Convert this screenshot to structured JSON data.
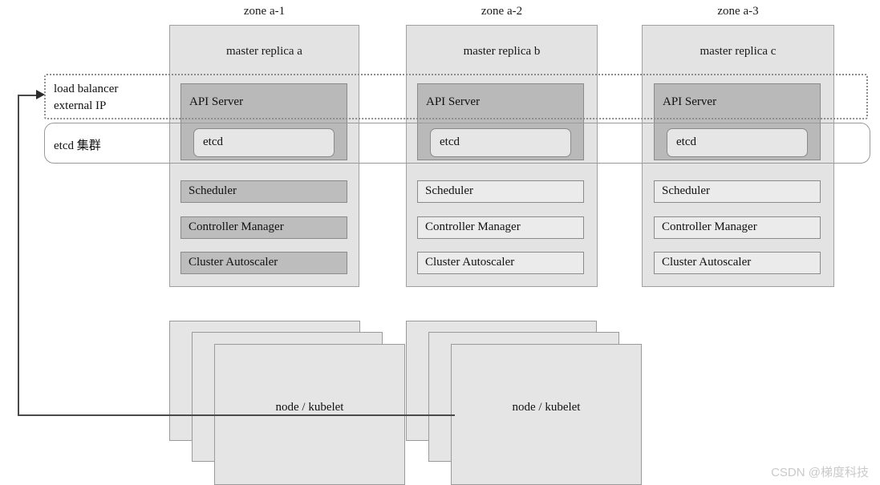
{
  "diagram": {
    "title": "Kubernetes multi-zone HA master topology",
    "colors": {
      "zone_card_fill": "#e3e3e3",
      "api_server_fill": "#b9b9b9",
      "component_active_fill": "#bdbdbd",
      "component_idle_fill": "#ebebeb",
      "node_fill": "#e5e5e5",
      "border": "#8a8a8a",
      "connector": "#4a4a4a",
      "watermark": "#c9c9c9"
    }
  },
  "zones": [
    {
      "zone_label": "zone a-1",
      "replica_title": "master replica a",
      "api_server_label": "API Server",
      "etcd_label": "etcd",
      "components": [
        {
          "label": "Scheduler",
          "state": "dark"
        },
        {
          "label": "Controller Manager",
          "state": "dark"
        },
        {
          "label": "Cluster Autoscaler",
          "state": "dark"
        }
      ]
    },
    {
      "zone_label": "zone a-2",
      "replica_title": "master replica b",
      "api_server_label": "API Server",
      "etcd_label": "etcd",
      "components": [
        {
          "label": "Scheduler",
          "state": "light"
        },
        {
          "label": "Controller Manager",
          "state": "light"
        },
        {
          "label": "Cluster Autoscaler",
          "state": "light"
        }
      ]
    },
    {
      "zone_label": "zone a-3",
      "replica_title": "master replica c",
      "api_server_label": "API Server",
      "etcd_label": "etcd",
      "components": [
        {
          "label": "Scheduler",
          "state": "light"
        },
        {
          "label": "Controller Manager",
          "state": "light"
        },
        {
          "label": "Cluster Autoscaler",
          "state": "light"
        }
      ]
    }
  ],
  "annotations": {
    "load_balancer_label": "load balancer\nexternal IP",
    "etcd_cluster_label": "etcd 集群"
  },
  "node_groups": [
    {
      "label": "node / kubelet"
    },
    {
      "label": "node / kubelet"
    }
  ],
  "watermark": {
    "text": "CSDN @梯度科技"
  }
}
